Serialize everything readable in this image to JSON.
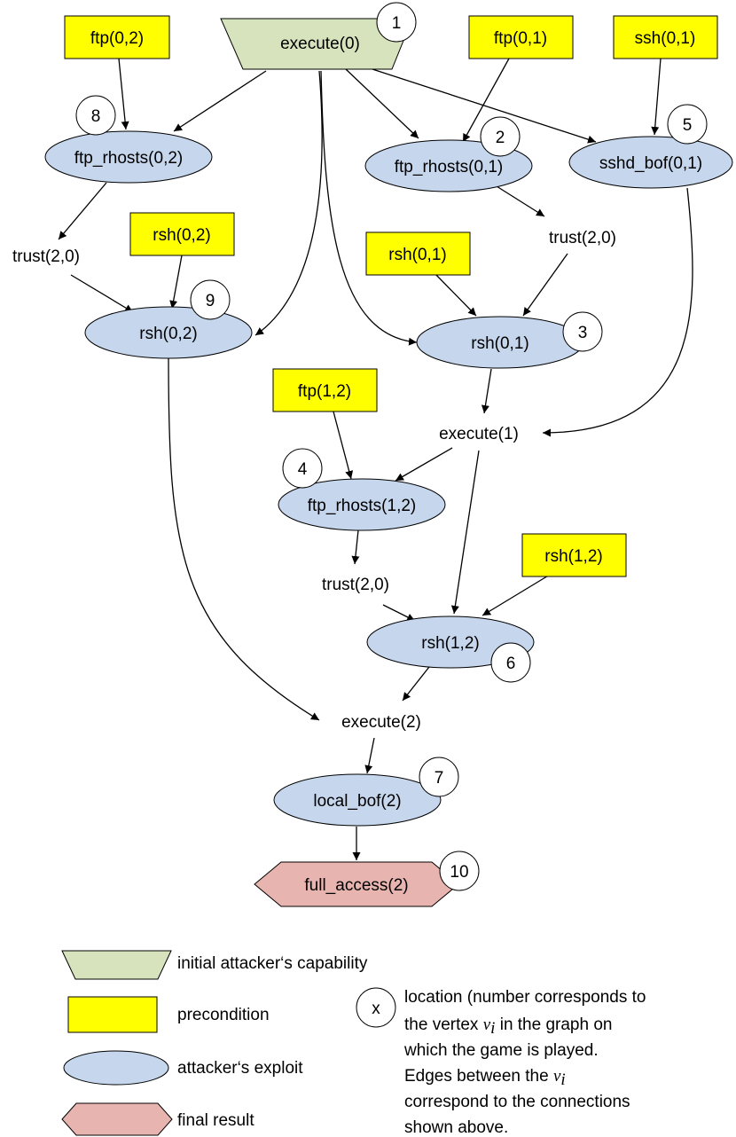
{
  "colors": {
    "initial": "#d6e3bc",
    "precondition": "#ffff00",
    "exploit": "#c6d6ec",
    "final": "#e8b4b0"
  },
  "nodes": {
    "execute0": "execute(0)",
    "ftp02": "ftp(0,2)",
    "ftp01": "ftp(0,1)",
    "ssh01": "ssh(0,1)",
    "ftp_rhosts02": "ftp_rhosts(0,2)",
    "ftp_rhosts01": "ftp_rhosts(0,1)",
    "sshd_bof01": "sshd_bof(0,1)",
    "trust20_a": "trust(2,0)",
    "rsh02_pre": "rsh(0,2)",
    "trust20_b": "trust(2,0)",
    "rsh01_pre": "rsh(0,1)",
    "rsh02": "rsh(0,2)",
    "rsh01": "rsh(0,1)",
    "ftp12": "ftp(1,2)",
    "execute1": "execute(1)",
    "ftp_rhosts12": "ftp_rhosts(1,2)",
    "rsh12_pre": "rsh(1,2)",
    "trust20_c": "trust(2,0)",
    "rsh12": "rsh(1,2)",
    "execute2": "execute(2)",
    "local_bof2": "local_bof(2)",
    "full_access2": "full_access(2)"
  },
  "locations": {
    "loc1": "1",
    "loc2": "2",
    "loc3": "3",
    "loc4": "4",
    "loc5": "5",
    "loc6": "6",
    "loc7": "7",
    "loc8": "8",
    "loc9": "9",
    "loc10": "10"
  },
  "legend": {
    "initial": "initial attacker‘s capability",
    "precondition": "precondition",
    "exploit": "attacker‘s exploit",
    "final": "final result",
    "location_symbol": "x",
    "location_line1": "location (number corresponds to",
    "location_line2_a": "the vertex ",
    "location_line2_var": "v",
    "location_line2_sub": "i",
    "location_line2_b": " in the graph on",
    "location_line3": "which the game is played.",
    "location_line4_a": "Edges between the ",
    "location_line4_var": "v",
    "location_line4_sub": "i",
    "location_line5": "correspond to the connections",
    "location_line6": "shown above."
  }
}
